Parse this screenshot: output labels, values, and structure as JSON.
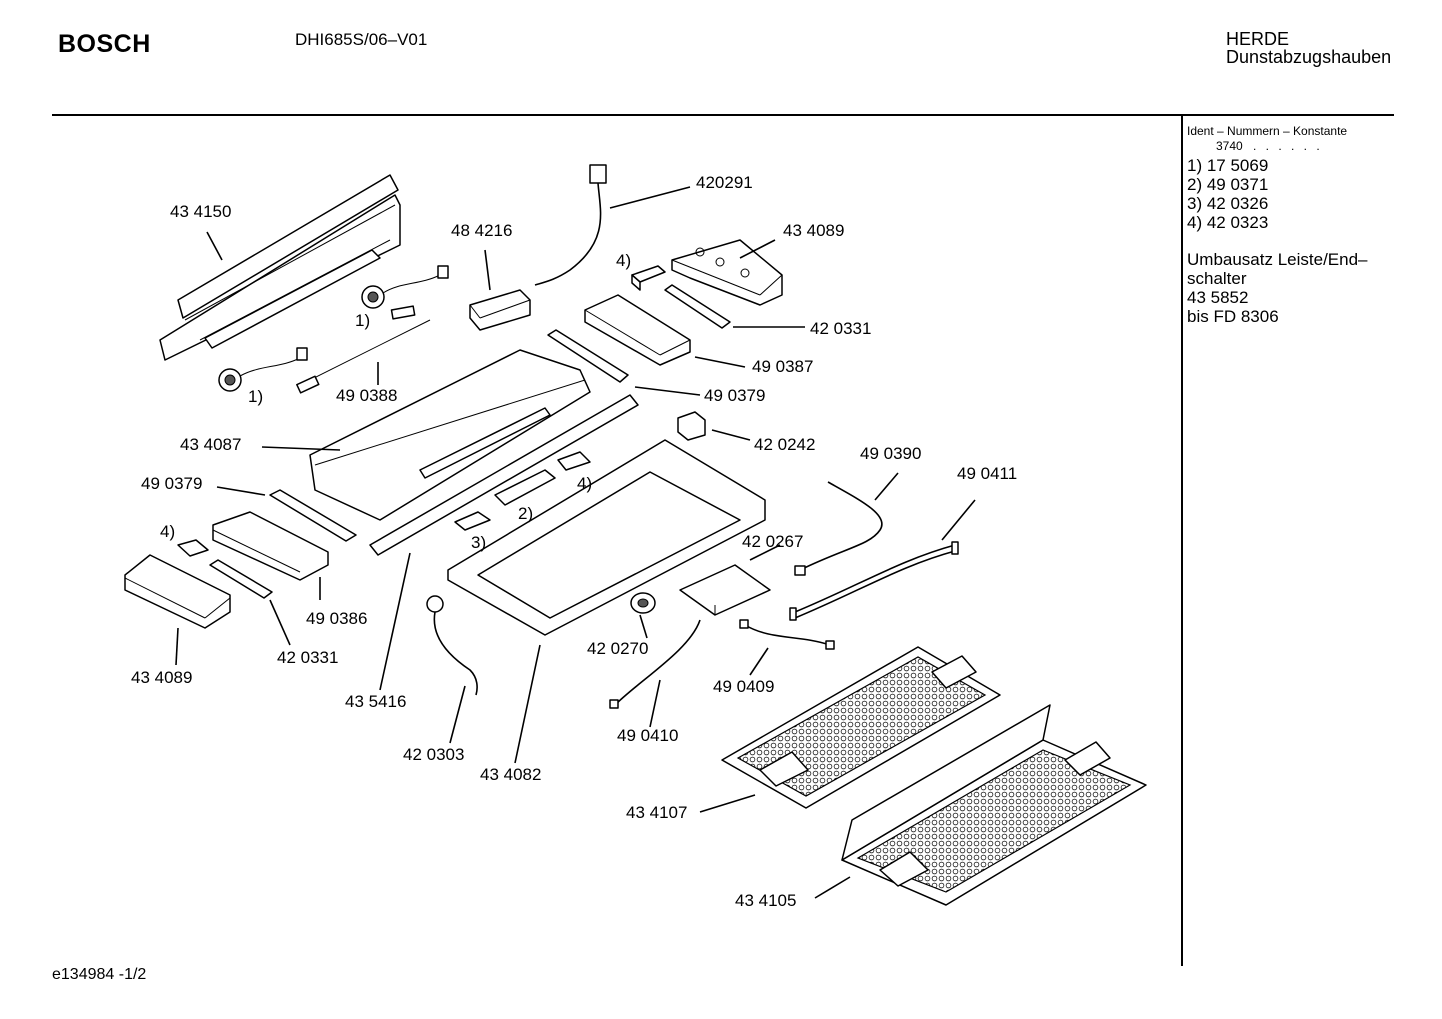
{
  "header": {
    "brand": "BOSCH",
    "model": "DHI685S/06–V01",
    "category_line1": "HERDE",
    "category_line2": "Dunstabzugshauben"
  },
  "ident": {
    "heading": "Ident – Nummern – Konstante",
    "constant": "3740",
    "dots": ". . . . . .",
    "footnotes": [
      "1)  17 5069",
      "2)  49 0371",
      "3)  42 0326",
      "4)  42 0323"
    ],
    "note_lines": [
      "Umbausatz Leiste/End–",
      "schalter",
      "43 5852",
      "bis FD 8306"
    ]
  },
  "footer": {
    "drawing_id": "e134984 -1/2"
  },
  "callouts": [
    {
      "text": "43 4150"
    },
    {
      "text": "420291"
    },
    {
      "text": "48 4216"
    },
    {
      "text": "43 4089"
    },
    {
      "text": "4)"
    },
    {
      "text": "1)"
    },
    {
      "text": "42 0331"
    },
    {
      "text": "49 0387"
    },
    {
      "text": "49 0388"
    },
    {
      "text": "1)"
    },
    {
      "text": "49 0379"
    },
    {
      "text": "43 4087"
    },
    {
      "text": "42 0242"
    },
    {
      "text": "49 0390"
    },
    {
      "text": "49 0411"
    },
    {
      "text": "49 0379"
    },
    {
      "text": "4)"
    },
    {
      "text": "2)"
    },
    {
      "text": "4)"
    },
    {
      "text": "3)"
    },
    {
      "text": "42 0267"
    },
    {
      "text": "49 0386"
    },
    {
      "text": "42 0331"
    },
    {
      "text": "42 0270"
    },
    {
      "text": "43 4089"
    },
    {
      "text": "49 0409"
    },
    {
      "text": "43 5416"
    },
    {
      "text": "49 0410"
    },
    {
      "text": "42 0303"
    },
    {
      "text": "43 4082"
    },
    {
      "text": "43 4107"
    },
    {
      "text": "43 4105"
    }
  ]
}
